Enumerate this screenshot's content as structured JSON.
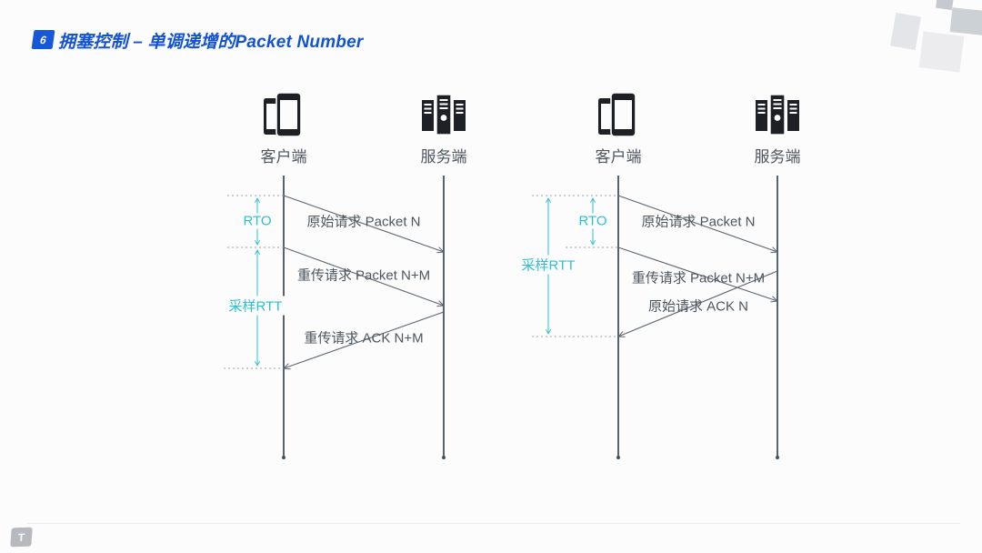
{
  "slide": {
    "page_number": "6",
    "title": "拥塞控制 – 单调递增的Packet Number"
  },
  "colors": {
    "accent_blue": "#1353d2",
    "cyan": "#2bc0d1",
    "line": "#47525d",
    "msg_text": "#4b565f",
    "bg": "#fcfcfd"
  },
  "diagrams": [
    {
      "id": "left",
      "client_label": "客户端",
      "server_label": "服务端",
      "rto_label": "RTO",
      "rtt_label": "采样RTT",
      "messages": [
        {
          "label": "原始请求 Packet N",
          "from": "client",
          "to": "server"
        },
        {
          "label": "重传请求 Packet N+M",
          "from": "client",
          "to": "server"
        },
        {
          "label": "重传请求 ACK N+M",
          "from": "server",
          "to": "client"
        }
      ]
    },
    {
      "id": "right",
      "client_label": "客户端",
      "server_label": "服务端",
      "rto_label": "RTO",
      "rtt_label": "采样RTT",
      "messages": [
        {
          "label": "原始请求 Packet N",
          "from": "client",
          "to": "server"
        },
        {
          "label": "重传请求 Packet N+M",
          "from": "client",
          "to": "server"
        },
        {
          "label": "原始请求 ACK N",
          "from": "server",
          "to": "client"
        }
      ]
    }
  ],
  "footer": {
    "logo_glyph": "T"
  }
}
